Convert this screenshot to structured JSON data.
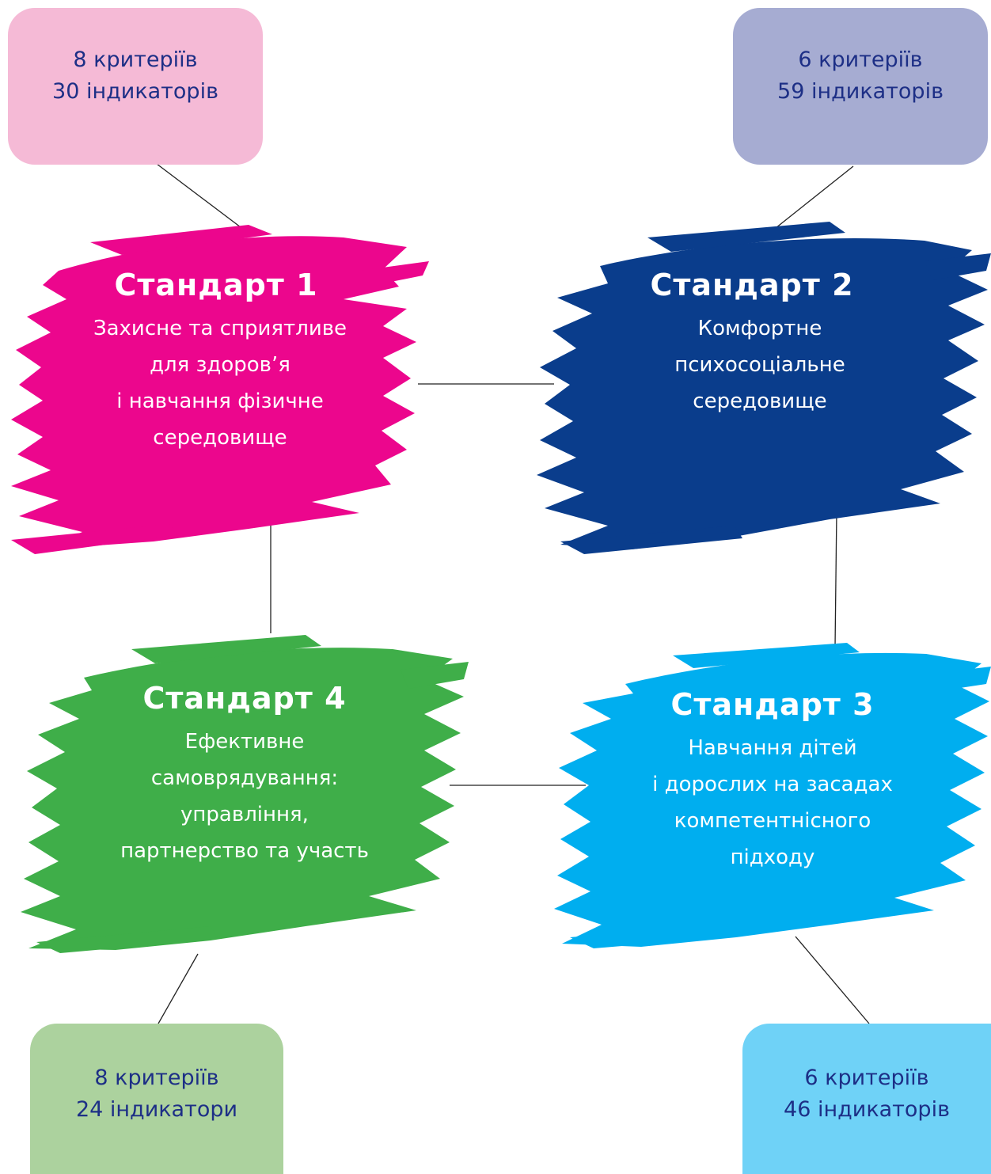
{
  "colors": {
    "standard_1": "#ec068d",
    "standard_2": "#0a3d8c",
    "standard_3": "#00aeef",
    "standard_4": "#3fae49",
    "box_1": "#f5bad6",
    "box_2": "#a6acd2",
    "box_3": "#6fd2f7",
    "box_4": "#acd29e",
    "box_text": "#1d2f86",
    "line": "#222222"
  },
  "standards": [
    {
      "title": "Стандарт 1",
      "description": "Захисне та сприятливе\nдля здоров’я\nі навчання фізичне\nсередовище",
      "criteria": "8 критеріїв",
      "indicators": "30 індикаторів"
    },
    {
      "title": "Стандарт 2",
      "description": "Комфортне\nпсихосоціальне\nсередовище",
      "criteria": "6 критеріїв",
      "indicators": "59 індикаторів"
    },
    {
      "title": "Стандарт 3",
      "description": "Навчання дітей\nі дорослих на засадах\nкомпетентнісного\nпідходу",
      "criteria": "6 критеріїв",
      "indicators": "46 індикаторів"
    },
    {
      "title": "Стандарт 4",
      "description": "Ефективне\nсамоврядування:\nуправління,\nпартнерство та участь",
      "criteria": "8 критеріїв",
      "indicators": "24 індикатори"
    }
  ]
}
